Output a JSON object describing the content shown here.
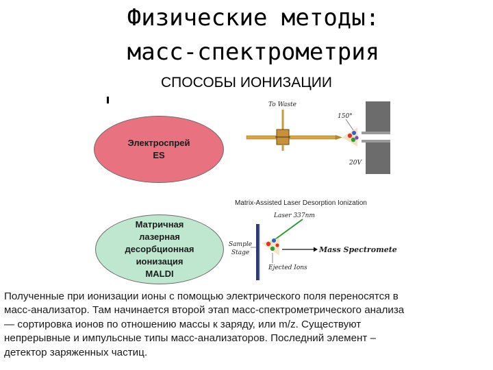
{
  "title": {
    "line1": "Физические методы:",
    "line2": "масс-спектрометрия"
  },
  "subtitle": "СПОСОБЫ ИОНИЗАЦИИ",
  "methods": [
    {
      "lines": [
        "Электроспрей",
        "ES"
      ],
      "color": "#e8727f"
    },
    {
      "lines": [
        "Матричная",
        "лазерная",
        "десорбционная",
        "ионизация",
        "MALDI"
      ],
      "color": "#bfe6cf"
    }
  ],
  "diagram_es": {
    "to_waste": "To Waste",
    "angle": "150°",
    "voltage": "20V"
  },
  "diagram_maldi": {
    "caption": "Matrix-Assisted Laser Desorption Ionization",
    "laser": "Laser 337nm",
    "sample_stage_1": "Sample",
    "sample_stage_2": "Stage",
    "ejected": "Ejected Ions",
    "target": "Mass Spectrometer"
  },
  "body_lines": [
    "Полученные при ионизации ионы с помощью электрического поля переносятся в",
    "масс-анализатор. Там начинается второй этап масс-спектрометрического анализа",
    "— сортировка ионов по отношению массы к заряду, или m/z. Существуют",
    "непрерывные и импульсные типы масс-анализаторов. Последний элемент –",
    "детектор заряженных частиц."
  ]
}
